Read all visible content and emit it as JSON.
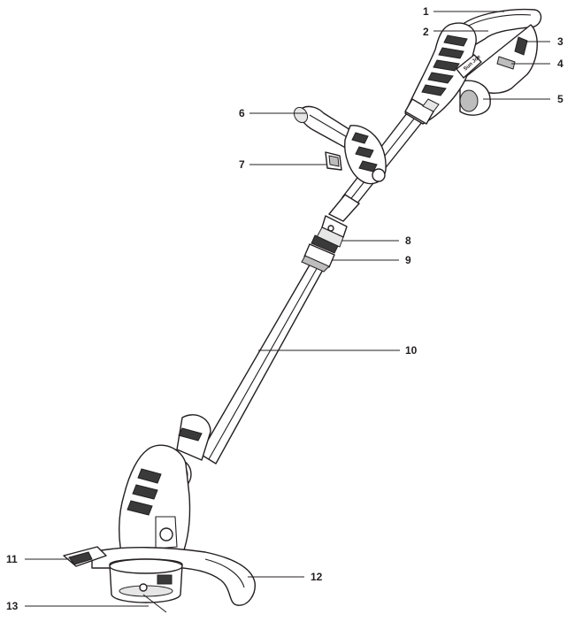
{
  "diagram": {
    "labels": [
      {
        "id": "1",
        "text": "1"
      },
      {
        "id": "2",
        "text": "2"
      },
      {
        "id": "3",
        "text": "3"
      },
      {
        "id": "4",
        "text": "4"
      },
      {
        "id": "5",
        "text": "5"
      },
      {
        "id": "6",
        "text": "6"
      },
      {
        "id": "7",
        "text": "7"
      },
      {
        "id": "8",
        "text": "8"
      },
      {
        "id": "9",
        "text": "9"
      },
      {
        "id": "10",
        "text": "10"
      },
      {
        "id": "11",
        "text": "11"
      },
      {
        "id": "12",
        "text": "12"
      },
      {
        "id": "13",
        "text": "13"
      }
    ],
    "brand_mark": "Sun Joe"
  }
}
